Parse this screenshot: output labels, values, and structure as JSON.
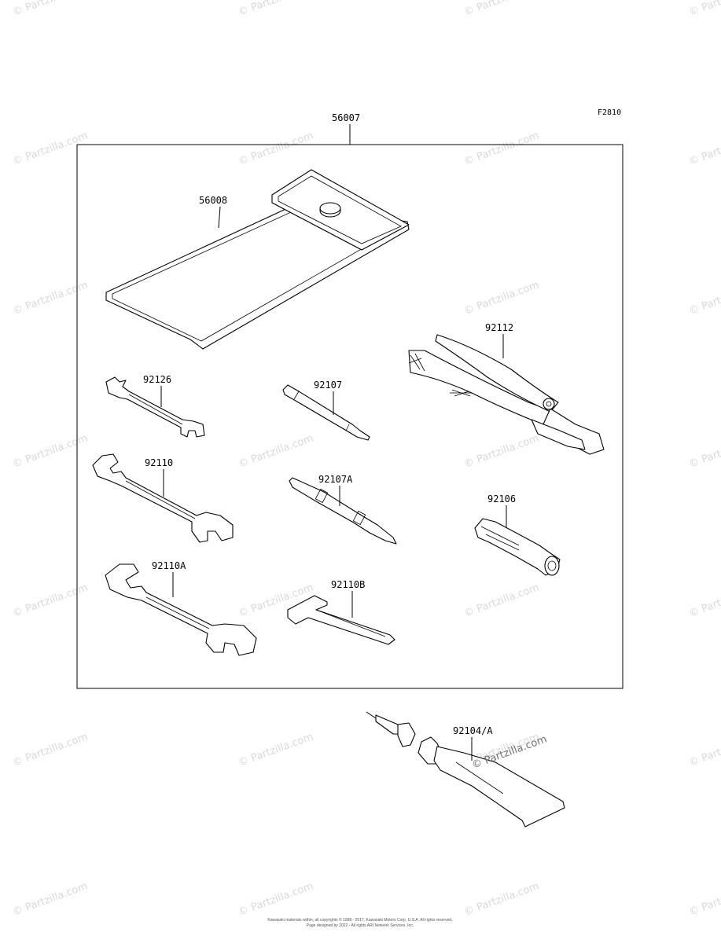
{
  "diagram_code": "F2810",
  "assembly_label": "56007",
  "parts": {
    "case": "56008",
    "pliers": "92112",
    "wrench_small": "92126",
    "screwdriver": "92107",
    "wrench_medium": "92110",
    "screwdriver_alt": "92107A",
    "handle": "92106",
    "wrench_large": "92110A",
    "hex_key": "92110B",
    "grease_tube": "92104/A"
  },
  "watermark_text": "© Partzilla.com",
  "tube_watermark": "© Partzilla.com",
  "copyright_line1": "Kawasaki materials within, all copyrights © 1998 - 2017, Kawasaki Motors Corp, U.S.A. All rights reserved.",
  "copyright_line2": "Page designed by 2022 - All rights ARI Network Services, Inc."
}
